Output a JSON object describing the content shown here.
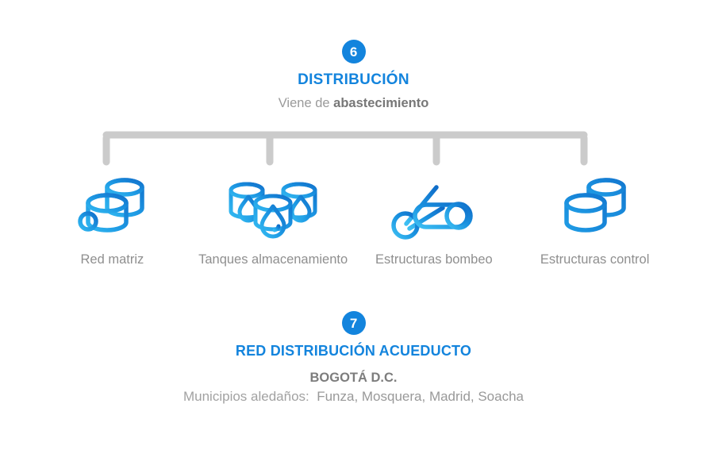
{
  "step_current": {
    "badge": "6",
    "title": "DISTRIBUCIÓN",
    "subtitle_prefix": "Viene de",
    "subtitle_strong": "abastecimiento"
  },
  "branches": [
    {
      "label": "Red matriz",
      "icon": "stacked-tanks-valve-icon"
    },
    {
      "label": "Tanques almacenamiento",
      "icon": "three-water-tanks-icon"
    },
    {
      "label": "Estructuras bombeo",
      "icon": "pump-pipe-valve-icon"
    },
    {
      "label": "Estructuras control",
      "icon": "two-tanks-icon"
    }
  ],
  "step_next": {
    "badge": "7",
    "title": "RED DISTRIBUCIÓN ACUEDUCTO",
    "city": "BOGOTÁ D.C.",
    "municipalities_label": "Municipios aledaños:",
    "municipalities_list": "Funza, Mosquera, Madrid, Soacha"
  },
  "colors": {
    "accent_blue": "#1384dd",
    "icon_blue_dark": "#1274cf",
    "icon_blue_light": "#2bb4f0",
    "connector_gray": "#cccccc",
    "label_gray": "#8f8f8f",
    "strong_gray": "#7d7d7d",
    "background": "#ffffff"
  }
}
